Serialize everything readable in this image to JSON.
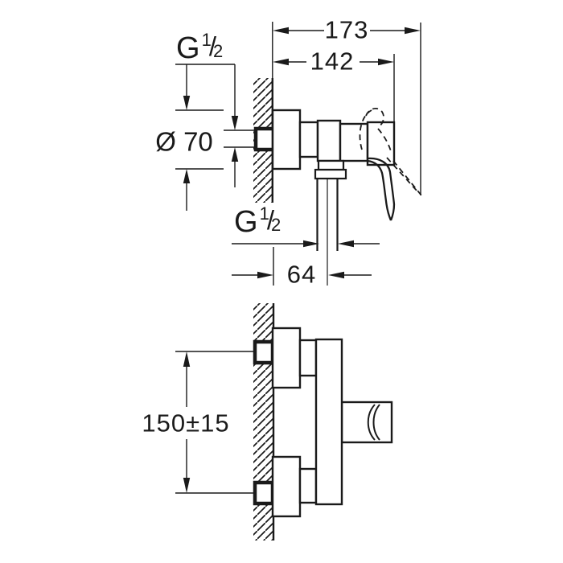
{
  "colors": {
    "line": "#1a1a1a",
    "background": "#ffffff"
  },
  "top_view": {
    "overall_depth": "173",
    "body_depth": "142",
    "inlet_thread": {
      "letter": "G",
      "numerator": "1",
      "slash": "/",
      "denominator": "2"
    },
    "escutcheon_diameter": "Ø 70",
    "outlet_thread": {
      "letter": "G",
      "numerator": "1",
      "slash": "/",
      "denominator": "2"
    },
    "outlet_offset": "64"
  },
  "front_view": {
    "connection_spacing": "150±15"
  }
}
